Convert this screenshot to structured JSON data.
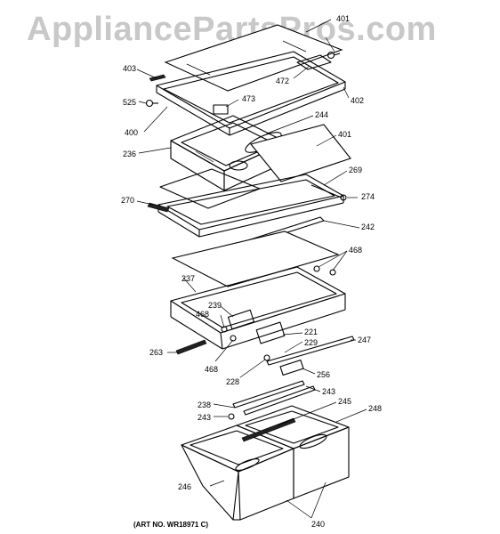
{
  "header": {
    "watermark": "AppliancePartsPros.com"
  },
  "diagram": {
    "part_labels": [
      "401",
      "403",
      "472",
      "402",
      "525",
      "473",
      "400",
      "244",
      "236",
      "401",
      "269",
      "274",
      "270",
      "242",
      "468",
      "237",
      "239",
      "468",
      "221",
      "229",
      "247",
      "263",
      "468",
      "228",
      "256",
      "243",
      "238",
      "245",
      "248",
      "243",
      "246",
      "240"
    ],
    "art_number": "(ART NO. WR18971 C)"
  }
}
